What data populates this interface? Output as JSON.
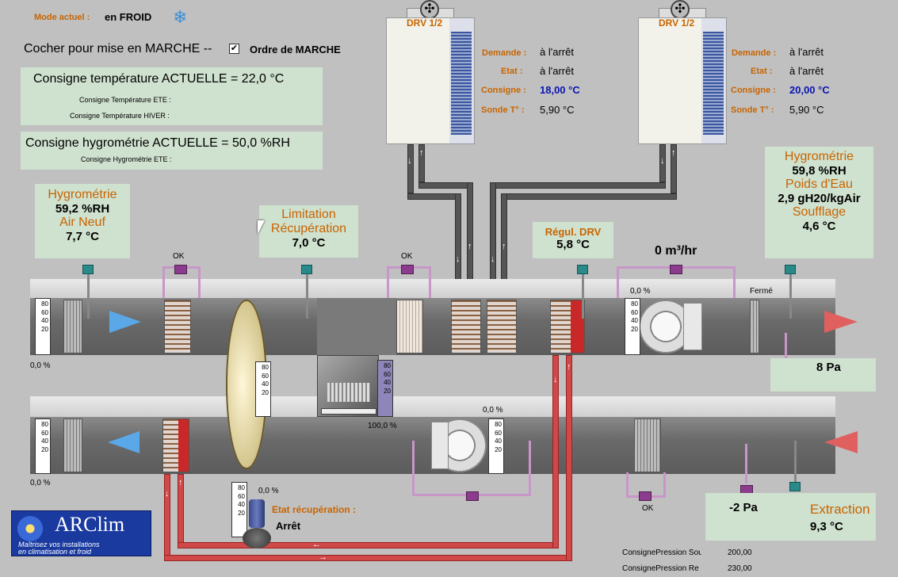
{
  "header": {
    "mode_label": "Mode actuel :",
    "mode_value": "en FROID",
    "start_label": "Cocher pour mise en MARCHE --",
    "order_label": "Ordre de MARCHE"
  },
  "setpoints": {
    "temp_title": "Consigne température ACTUELLE = 22,0 °C",
    "temp_summer": "Consigne Température ETE :",
    "temp_winter": "Consigne Température HIVER :",
    "hygro_title": "Consigne hygrométrie ACTUELLE = 50,0 %RH",
    "hygro_summer": "Consigne Hygrométrie ETE :"
  },
  "drv1": {
    "name": "DRV 1/2",
    "demande_label": "Demande :",
    "demande_value": "à l'arrêt",
    "etat_label": "Etat :",
    "etat_value": "à l'arrêt",
    "consigne_label": "Consigne :",
    "consigne_value": "18,00 °C",
    "sonde_label": "Sonde T° :",
    "sonde_value": "5,90 °C"
  },
  "drv2": {
    "name": "DRV 1/2",
    "demande_label": "Demande :",
    "demande_value": "à l'arrêt",
    "etat_label": "Etat :",
    "etat_value": "à l'arrêt",
    "consigne_label": "Consigne :",
    "consigne_value": "20,00 °C",
    "sonde_label": "Sonde T° :",
    "sonde_value": "5,90 °C"
  },
  "fresh_air": {
    "hygro_label": "Hygrométrie",
    "hygro_value": "59,2 %RH",
    "air_label": "Air Neuf",
    "air_value": "7,7 °C"
  },
  "recovery_limit": {
    "label1": "Limitation",
    "label2": "Récupération",
    "value": "7,0 °C"
  },
  "drv_regul": {
    "label": "Régul. DRV",
    "value": "5,8 °C"
  },
  "flow": {
    "value": "0 m³/hr"
  },
  "supply": {
    "hygro_label": "Hygrométrie",
    "hygro_value": "59,8 %RH",
    "water_label": "Poids d'Eau",
    "water_value": "2,9 gH20/kgAir",
    "supply_label": "Soufflage",
    "supply_value": "4,6 °C",
    "pressure": "8 Pa"
  },
  "extract": {
    "pressure": "-2 Pa",
    "label": "Extraction",
    "value": "9,3 °C"
  },
  "status": {
    "ok1": "OK",
    "ok2": "OK",
    "ok3": "OK",
    "ferme": "Fermé",
    "pct_fresh_damper": "0,0 %",
    "pct_exhaust_damper": "0,0 %",
    "pct_supply_fan": "0,0 %",
    "pct_extract_fan": "0,0 %",
    "pct_bypass": "100,0 %",
    "pct_pump": "0,0 %"
  },
  "recovery": {
    "label": "Etat récupération :",
    "value": "Arrêt"
  },
  "scale": {
    "t80": "80",
    "t60": "60",
    "t40": "40",
    "t20": "20"
  },
  "logo": {
    "name": "ARClim",
    "tag1": "Maîtrisez vos installations",
    "tag2": "en climatisation et froid"
  },
  "pressure_setpoints": {
    "sou_label": "ConsignePression Sou",
    "sou_value": "200,00",
    "re_label": "ConsignePression Re",
    "re_value": "230,00"
  },
  "icons": [
    "snowflake-icon",
    "checkbox-icon",
    "fan-icon",
    "cursor-icon"
  ]
}
